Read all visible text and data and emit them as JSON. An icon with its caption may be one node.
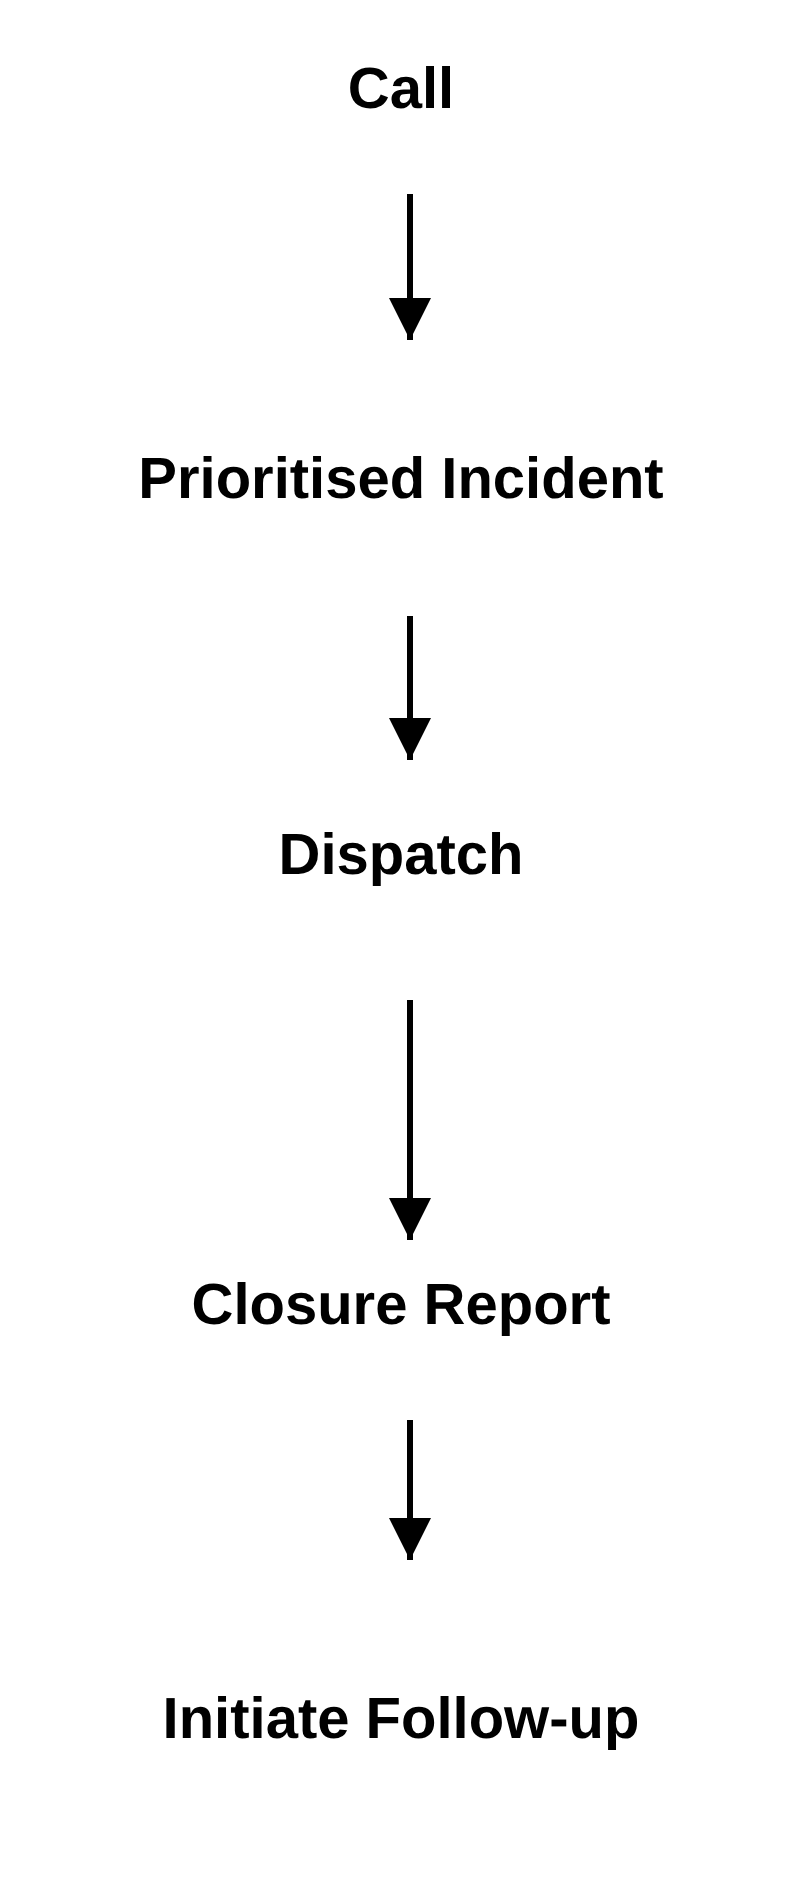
{
  "diagram": {
    "nodes": [
      {
        "text": [
          "Call"
        ]
      },
      {
        "text": [
          "Prioritised Incident"
        ]
      },
      {
        "text": [
          "Dispatch"
        ]
      },
      {
        "text": [
          "Closure Report"
        ]
      },
      {
        "text": [
          "Initiate Follow-up"
        ]
      }
    ],
    "edges": [
      {
        "from": 0,
        "to": 1,
        "arrow": "to"
      },
      {
        "from": 1,
        "to": 2,
        "arrow": "to"
      },
      {
        "from": 2,
        "to": 3,
        "arrow": "to"
      },
      {
        "from": 3,
        "to": 4,
        "arrow": "to"
      }
    ]
  }
}
